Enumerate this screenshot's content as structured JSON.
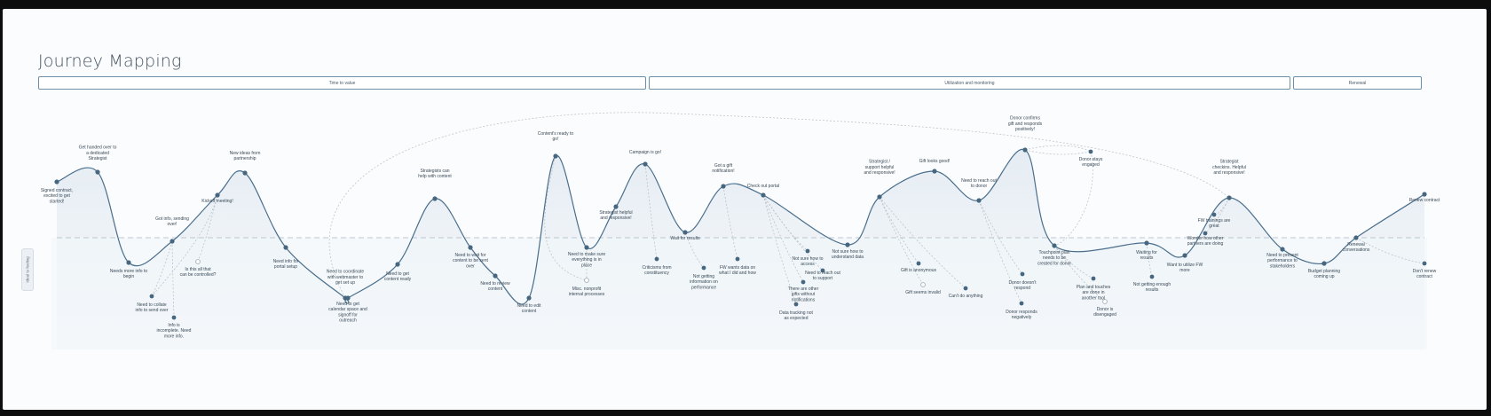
{
  "title": "Journey Mapping",
  "phases": [
    "Time to value",
    "Utilization and monitoring",
    "Renewal"
  ],
  "side_tab": "Ideal to feeling",
  "colors": {
    "curve": "#4a6e8c",
    "node": "#46677f",
    "fill": "#e3ebf2",
    "dash": "#b6bec6",
    "phase_border": "#6d8fa8"
  },
  "journey": {
    "main_points": [
      "Signed contract, excited to get started!",
      "Get handed over to a dedicated Strategist",
      "Needs more info to begin",
      "Got info, sending over!",
      "Kickoff meeting!",
      "New ideas from partnership",
      "Need info for portal setup",
      "Need to coordinate with webmaster to get set up",
      "Need to get calendar space and signoff for outreach",
      "Need to get content ready",
      "Strategists can help with content",
      "Need to wait for content to be sent over",
      "Need to review content",
      "Need to edit content",
      "Content's ready to go!",
      "Need to make sure everything is in place",
      "Strategist helpful and responsive!",
      "Campaign is go!",
      "Wait for results",
      "Got a gift notification!",
      "Check out portal",
      "Not sure how to understand data",
      "Strategist / support helpful and responsive!",
      "Gift looks good!",
      "Need to reach out to donor",
      "Donor confirms gift and responds positively!",
      "Touchpoint plan needs to be created for donor",
      "Waiting for results",
      "Want to utilize FW more",
      "Strategist checkins. Helpful and responsive!",
      "Need to present performance to stakeholders",
      "Budget planning coming up",
      "Renewal conversations",
      "Renew contract"
    ],
    "side_points": [
      "Need to collate info to send over",
      "Info is incomplete. Need more info.",
      "Is this all that can be controlled?",
      "Misc. nonprofit internal processes",
      "Criticisms from constituency",
      "Not getting information on performance",
      "FW wants data on what I did and how",
      "Not sure how to access",
      "Need to reach out to support",
      "There are other gifts without notifications",
      "Data tracking not as expected",
      "Gift is anonymous",
      "Gift seems invalid",
      "Can't do anything",
      "Donor doesn't respond",
      "Donor responds negatively",
      "Donor stays engaged",
      "Plan and touches are done in another tool",
      "Donor is disengaged",
      "Not getting enough results",
      "FW trainings are great",
      "Wonder how other partners are doing",
      "Don't renew contract"
    ]
  }
}
